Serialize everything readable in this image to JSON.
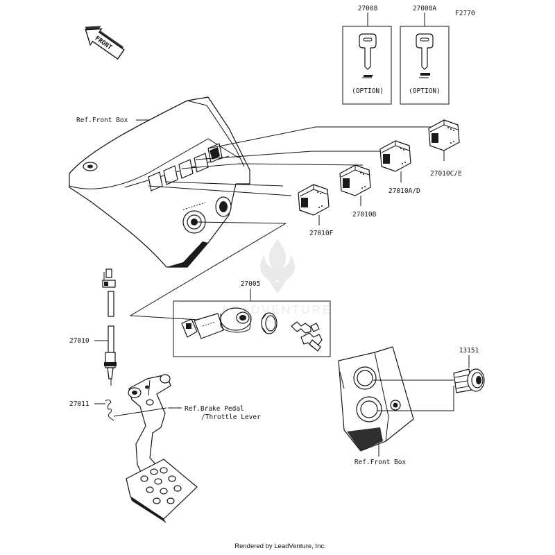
{
  "diagram_code": "F2770",
  "front_arrow": "FRONT",
  "key_boxes": [
    {
      "part_no": "27008",
      "note": "(OPTION)"
    },
    {
      "part_no": "27008A",
      "note": "(OPTION)"
    }
  ],
  "part_labels": {
    "switch_ce": "27010C/E",
    "switch_ad": "27010A/D",
    "switch_b": "27010B",
    "switch_f": "27010F",
    "ignition_set": "27005",
    "brake_switch": "27010",
    "spring": "27011",
    "socket": "13151"
  },
  "ref_labels": {
    "front_box_top": "Ref.Front Box",
    "brake_pedal_1": "Ref.Brake Pedal",
    "brake_pedal_2": "/Throttle Lever",
    "front_box_bottom": "Ref.Front Box"
  },
  "watermark": "LEADVENTURE",
  "footer": "Rendered by LeadVenture, Inc."
}
